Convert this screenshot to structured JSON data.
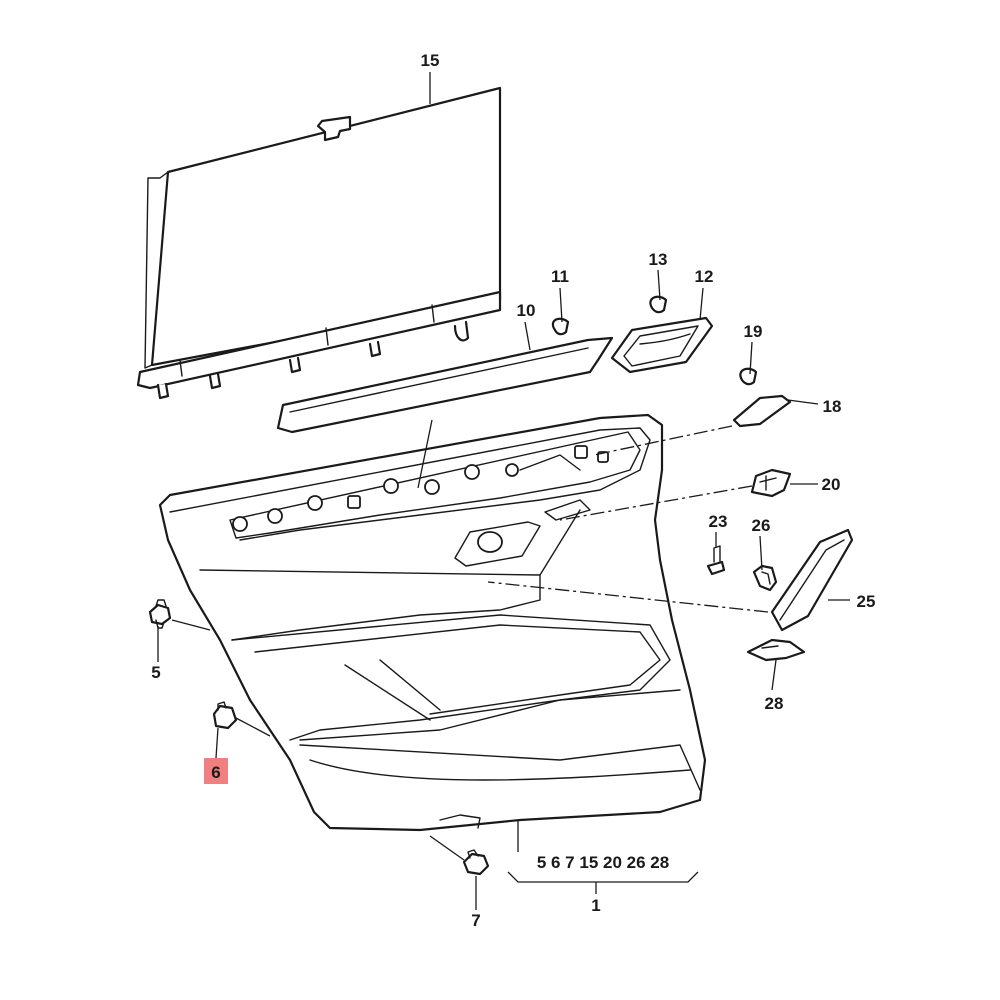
{
  "callouts": {
    "c15": "15",
    "c11": "11",
    "c13": "13",
    "c12": "12",
    "c10": "10",
    "c19": "19",
    "c18": "18",
    "c20": "20",
    "c23": "23",
    "c26": "26",
    "c25": "25",
    "c28": "28",
    "c5": "5",
    "c6": "6",
    "c7": "7",
    "c1": "1"
  },
  "assembly_parts_line": "5 6 7 15 20 26 28",
  "highlight": {
    "label": "6",
    "color": "#f08080"
  }
}
